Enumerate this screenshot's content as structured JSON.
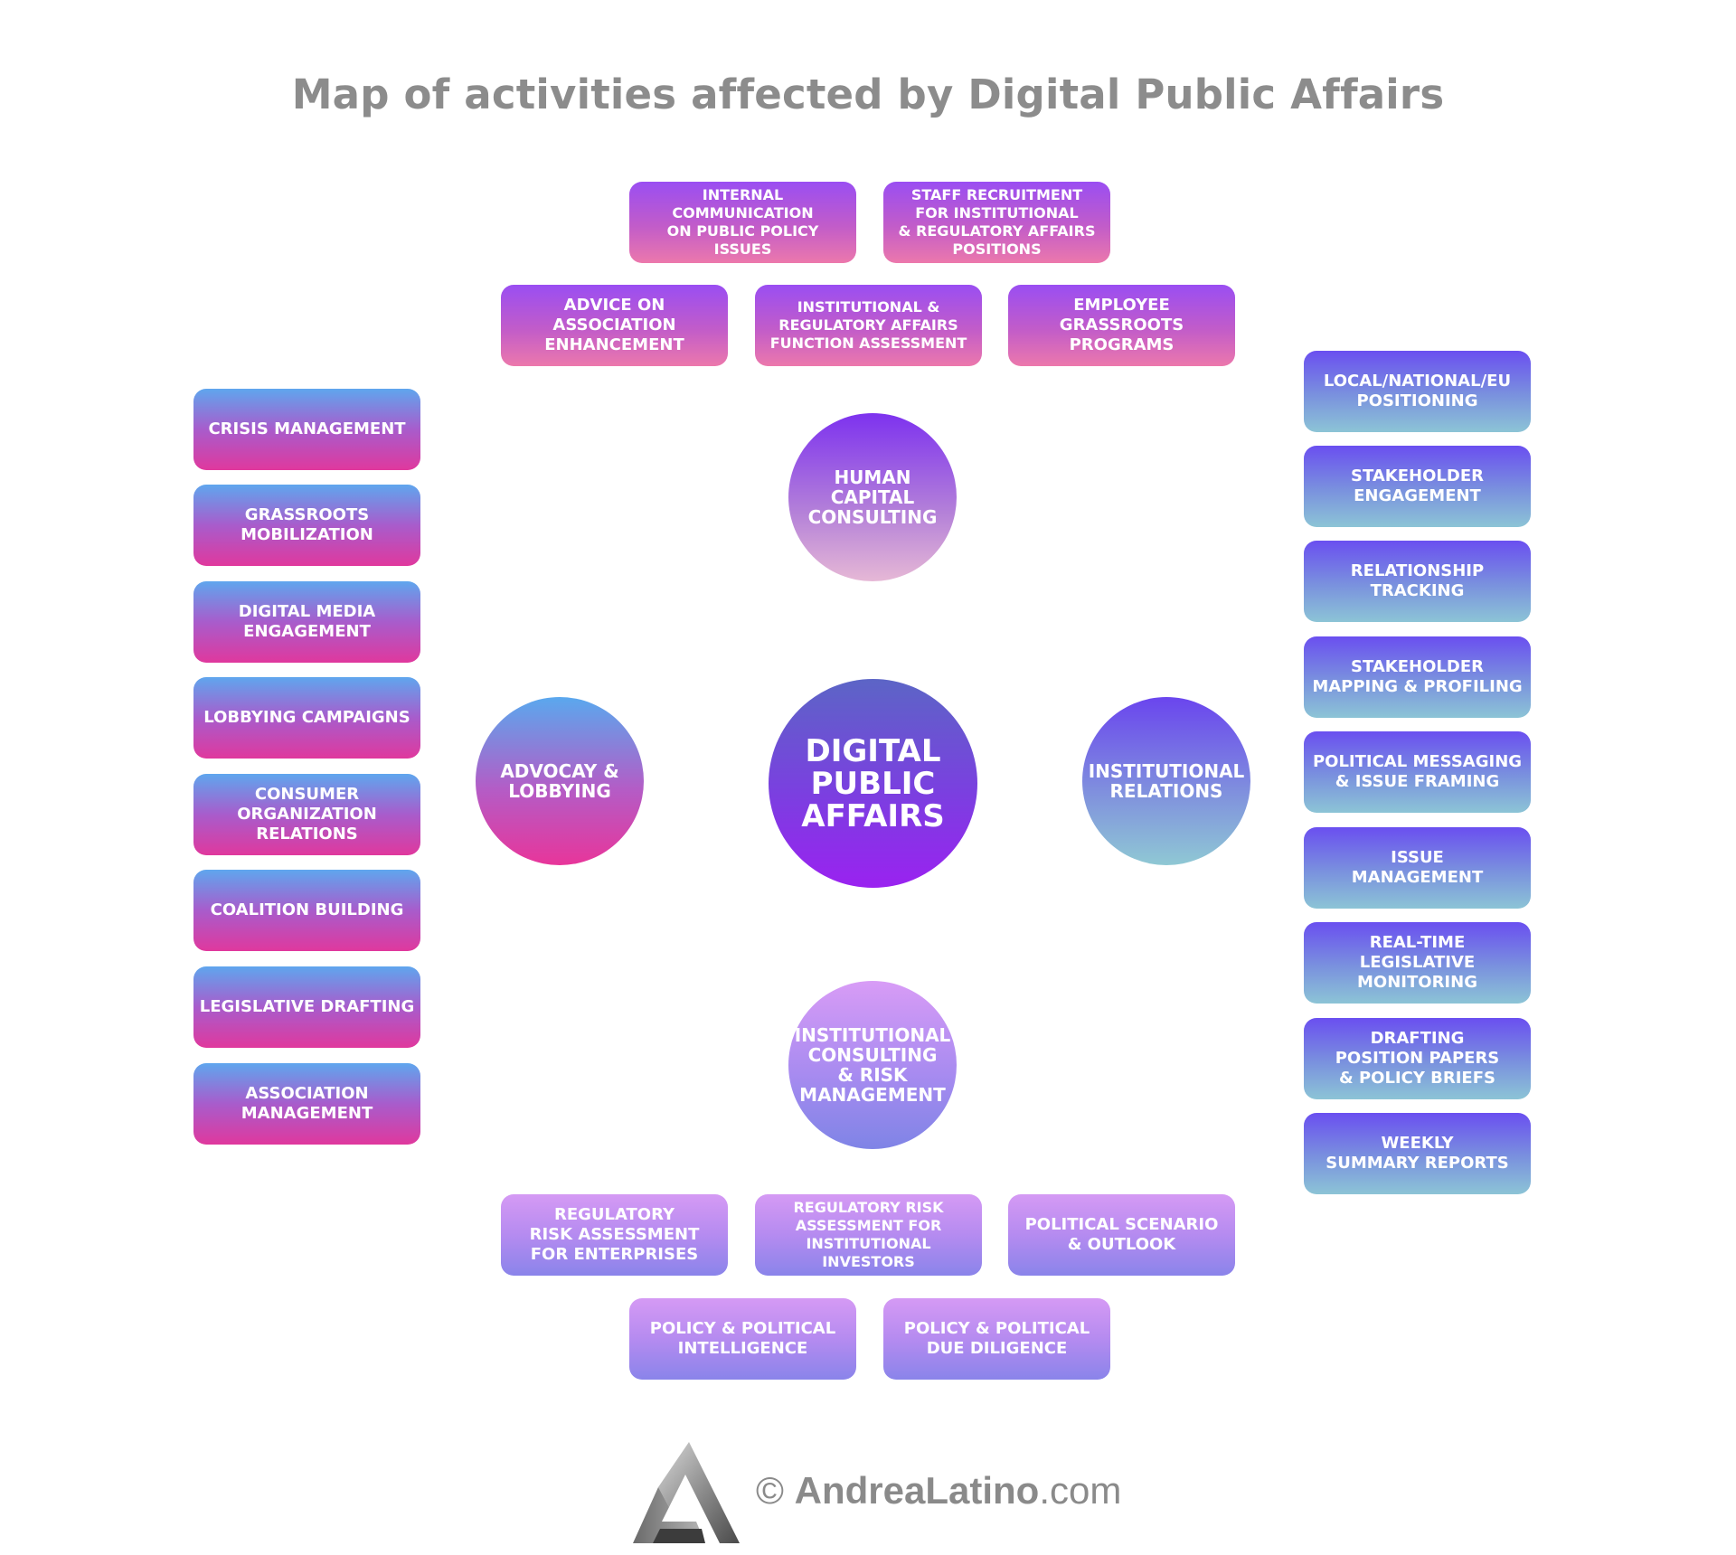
{
  "title": "Map of activities affected by Digital Public Affairs",
  "center": "DIGITAL\nPUBLIC\nAFFAIRS",
  "hubs": {
    "human_capital": "HUMAN\nCAPITAL\nCONSULTING",
    "advocacy": "ADVOCAY &\nLOBBYING",
    "institutional_relations": "INSTITUTIONAL\nRELATIONS",
    "institutional_consulting": "INSTITUTIONAL\nCONSULTING\n& RISK\nMANAGEMENT"
  },
  "human_capital_items": [
    "INTERNAL\nCOMMUNICATION\nON PUBLIC POLICY\nISSUES",
    "STAFF RECRUITMENT\nFOR INSTITUTIONAL\n& REGULATORY AFFAIRS\nPOSITIONS",
    "ADVICE ON\nASSOCIATION\nENHANCEMENT",
    "INSTITUTIONAL &\nREGULATORY AFFAIRS\nFUNCTION  ASSESSMENT",
    "EMPLOYEE\nGRASSROOTS\nPROGRAMS"
  ],
  "advocacy_items": [
    "CRISIS MANAGEMENT",
    "GRASSROOTS\nMOBILIZATION",
    "DIGITAL MEDIA\nENGAGEMENT",
    "LOBBYING CAMPAIGNS",
    "CONSUMER\nORGANIZATION\nRELATIONS",
    "COALITION BUILDING",
    "LEGISLATIVE DRAFTING",
    "ASSOCIATION\nMANAGEMENT"
  ],
  "institutional_relations_items": [
    "LOCAL/NATIONAL/EU\nPOSITIONING",
    "STAKEHOLDER\nENGAGEMENT",
    "RELATIONSHIP\nTRACKING",
    "STAKEHOLDER\nMAPPING & PROFILING",
    "POLITICAL MESSAGING\n& ISSUE FRAMING",
    "ISSUE\nMANAGEMENT",
    "REAL-TIME\nLEGISLATIVE\nMONITORING",
    "DRAFTING\nPOSITION PAPERS\n& POLICY BRIEFS",
    "WEEKLY\nSUMMARY REPORTS"
  ],
  "institutional_consulting_items": [
    "REGULATORY\nRISK ASSESSMENT\nFOR ENTERPRISES",
    "REGULATORY RISK\nASSESSMENT FOR\nINSTITUTIONAL INVESTORS",
    "POLITICAL SCENARIO\n& OUTLOOK",
    "POLICY & POLITICAL\nINTELLIGENCE",
    "POLICY & POLITICAL\nDUE DILIGENCE"
  ],
  "footer": {
    "copyright": "©",
    "brand": "AndreaLatino",
    "domain": ".com"
  },
  "colors": {
    "title": "#8c8c8c",
    "footer_text": "#8a8a8a"
  }
}
